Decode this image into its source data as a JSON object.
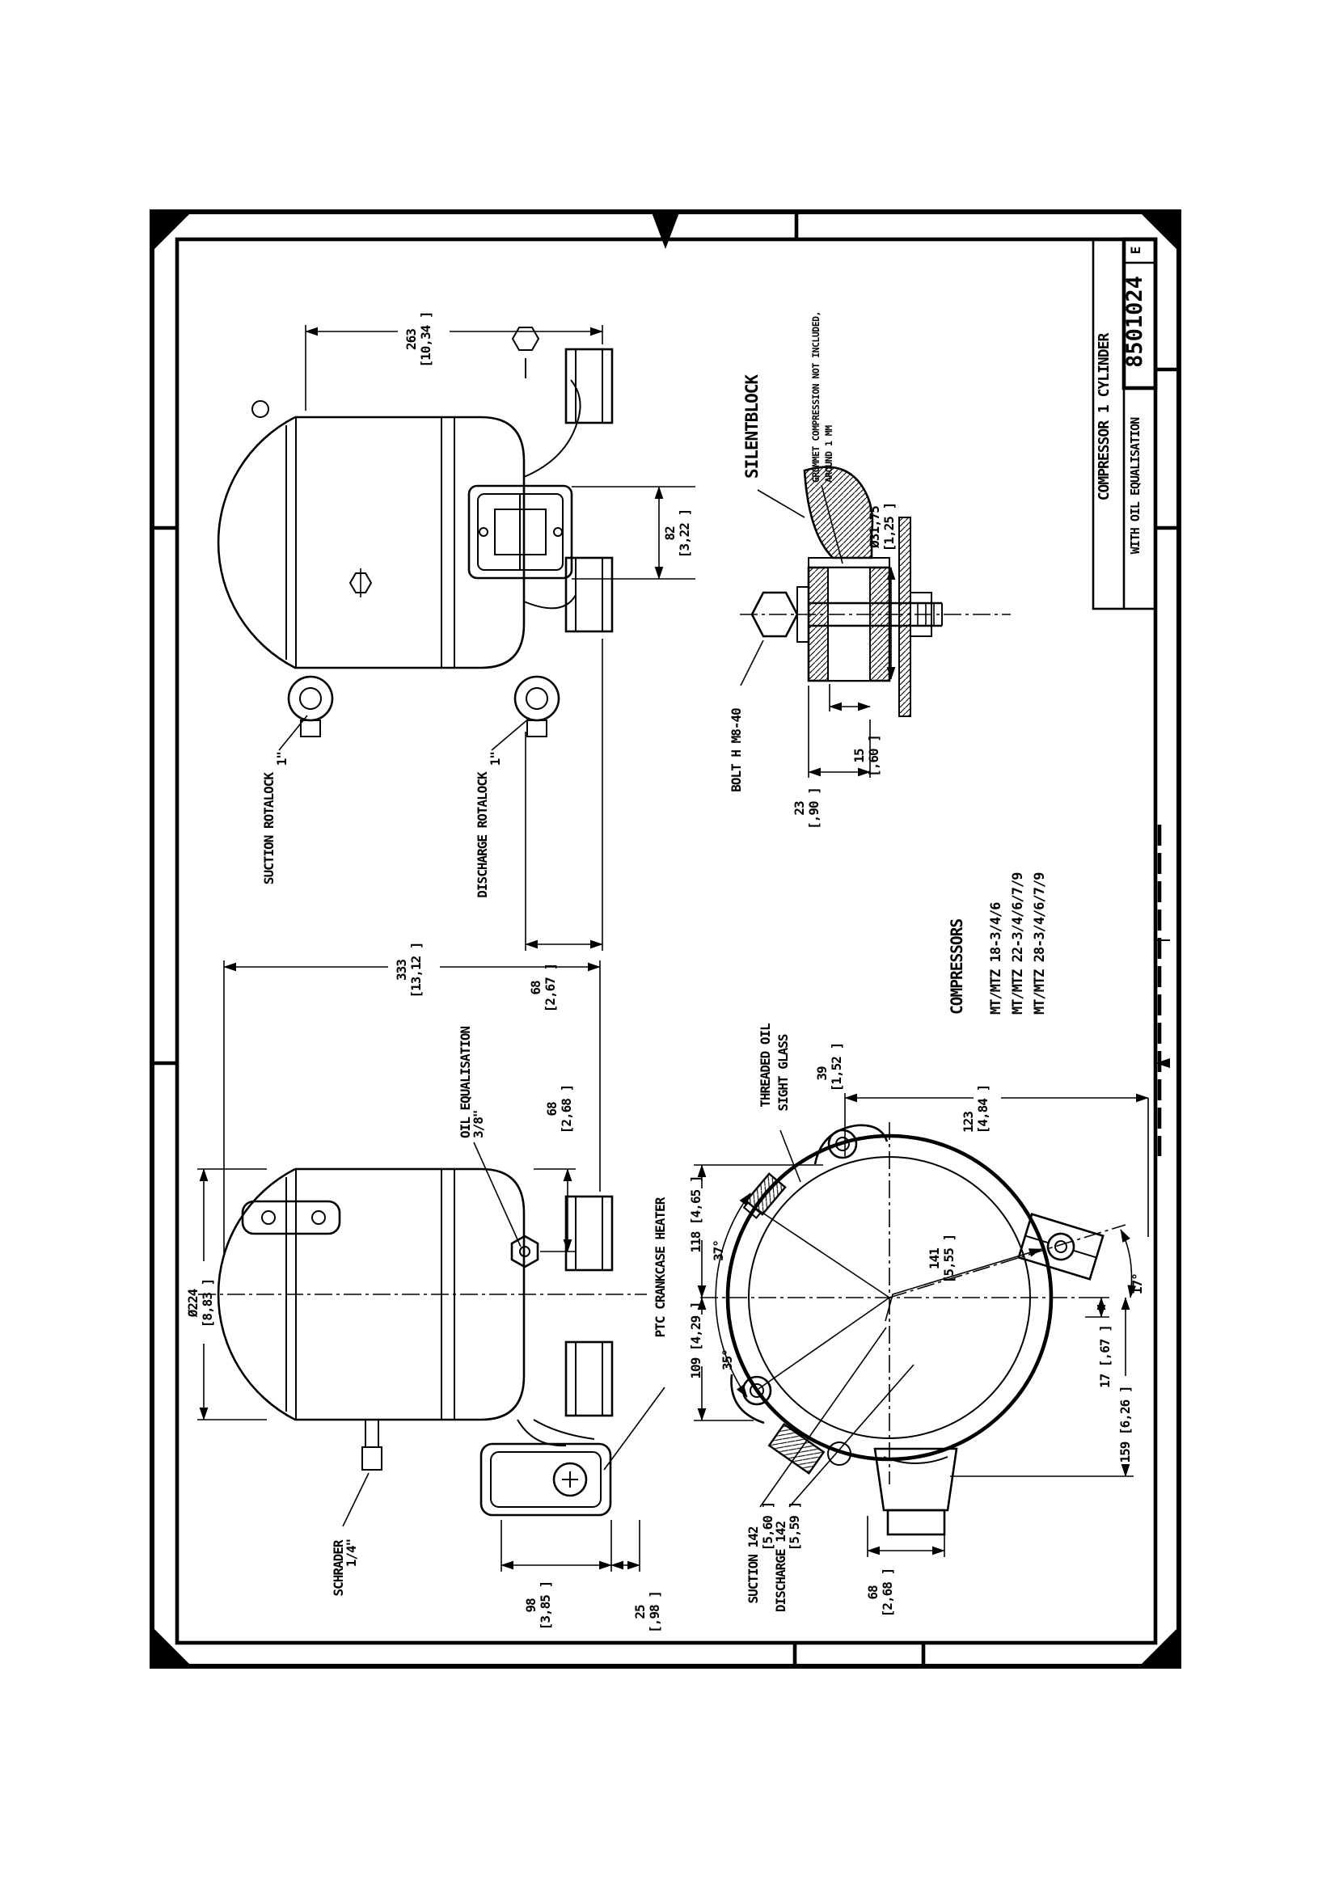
{
  "sheet": {
    "title_block": {
      "title": "COMPRESSOR 1 CYLINDER",
      "subtitle": "WITH OIL EQUALISATION",
      "number": "8501024",
      "revision": "E"
    },
    "compressors": {
      "heading": "COMPRESSORS",
      "models": [
        "MT/MTZ 18-3/4/6",
        "MT/MTZ 22-3/4/6/7/9",
        "MT/MTZ 28-3/4/6/7/9"
      ]
    },
    "views": {
      "side": {
        "dim_length": {
          "mm": "263",
          "inch": "[10,34 ]"
        },
        "dim_box": {
          "mm": "82",
          "inch": "[3,22 ]"
        },
        "dim_feet": {
          "mm": "68",
          "inch": "[2,67 ]"
        },
        "suction_label": {
          "line1": "SUCTION ROTALOCK",
          "line2": "1\""
        },
        "discharge_label": {
          "line1": "DISCHARGE ROTALOCK",
          "line2": "1\""
        }
      },
      "silentblock": {
        "title": "SILENTBLOCK",
        "note1": "GROMMET COMPRESSION NOT INCLUDED,",
        "note2": "AROUND 1 MM",
        "bolt_label": "BOLT H M8-40",
        "dim_diameter": {
          "mm": "Ø31,75",
          "inch": "[1,25 ]"
        },
        "dim_23": {
          "mm": "23",
          "inch": "[,90 ]"
        },
        "dim_15": {
          "mm": "15",
          "inch": "[,60 ]"
        }
      },
      "front": {
        "dim_length": {
          "mm": "333",
          "inch": "[13,12 ]"
        },
        "dim_diameter": {
          "mm": "Ø224",
          "inch": "[8,83 ]"
        },
        "dim_68": {
          "mm": "68",
          "inch": "[2,68 ]"
        },
        "dim_98": {
          "mm": "98",
          "inch": "[3,85 ]"
        },
        "dim_25": {
          "mm": "25",
          "inch": "[,98 ]"
        },
        "oil_label": {
          "line1": "OIL EQUALISATION",
          "line2": "3/8\""
        },
        "ptc_label": "PTC CRANKCASE HEATER",
        "schrader_label": {
          "line1": "SCHRADER",
          "line2": "1/4\""
        }
      },
      "top": {
        "sight_label": {
          "line1": "THREADED OIL",
          "line2": "SIGHT GLASS"
        },
        "dim_39": {
          "mm": "39",
          "inch": "[1,52 ]"
        },
        "dim_123": {
          "mm": "123",
          "inch": "[4,84 ]"
        },
        "dim_118": "118 [4,65 ]",
        "dim_109": "109 [4,29 ]",
        "dim_141": {
          "mm": "141",
          "inch": "[5,55 ]"
        },
        "dim_17": "17 [,67 ]",
        "dim_159": "159 [6,26 ]",
        "dim_68": {
          "mm": "68",
          "inch": "[2,68 ]"
        },
        "angle_37": "37°",
        "angle_35": "35°",
        "angle_17": "17°",
        "suction": {
          "label": "SUCTION  142",
          "inch": "[5,60 ]"
        },
        "discharge": {
          "label": "DISCHARGE  142",
          "inch": "[5,59 ]"
        }
      }
    }
  }
}
